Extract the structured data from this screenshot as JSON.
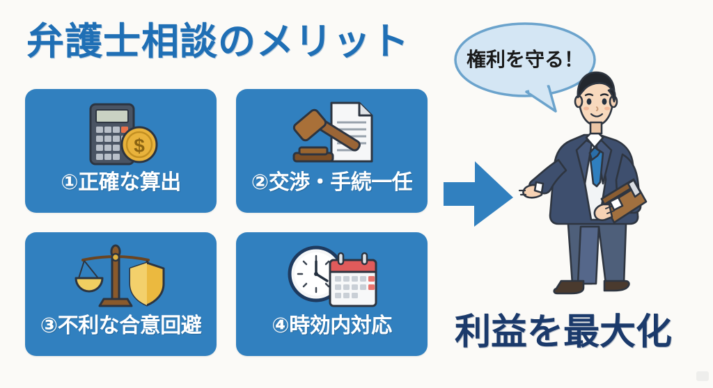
{
  "title": "弁護士相談のメリット",
  "colors": {
    "background": "#fbfaf7",
    "title_blue": "#1f6fb5",
    "card_blue": "#3180bf",
    "arrow_blue": "#3180bf",
    "bubble_fill": "#d4e6f4",
    "bubble_border": "#6ba3cc",
    "headline_navy": "#1b3a6b",
    "card_text": "#ffffff",
    "bubble_text": "#1a1a1a"
  },
  "cards": [
    {
      "label": "①正確な算出",
      "icon": "calculator-coin-icon"
    },
    {
      "label": "②交渉・手続一任",
      "icon": "gavel-document-icon"
    },
    {
      "label": "③不利な合意回避",
      "icon": "scales-shield-icon"
    },
    {
      "label": "④時効内対応",
      "icon": "clock-calendar-icon"
    }
  ],
  "arrow": {
    "icon": "right-arrow-icon",
    "direction": "right"
  },
  "speech_bubble": {
    "text": "権利を守る！",
    "tail": "bottom-right"
  },
  "person": {
    "icon": "lawyer-illustration",
    "description": "suited-man-gesturing-with-folder"
  },
  "bottom_headline": "利益を最大化"
}
